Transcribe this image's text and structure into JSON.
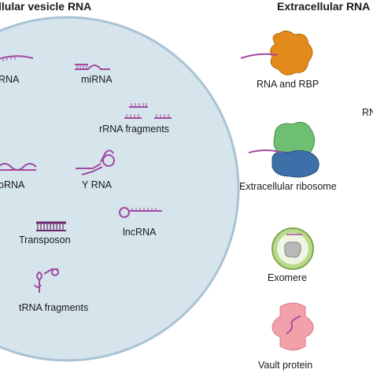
{
  "headings": {
    "vesicle": "llular vesicle RNA",
    "extracellular": "Extracellular RNA"
  },
  "vesicle_rna_types": [
    {
      "label": "RNA"
    },
    {
      "label": "miRNA"
    },
    {
      "label": "rRNA fragments"
    },
    {
      "label": "oRNA"
    },
    {
      "label": "Y RNA"
    },
    {
      "label": "Transposon"
    },
    {
      "label": "lncRNA"
    },
    {
      "label": "tRNA fragments"
    }
  ],
  "extracellular_carriers": [
    {
      "label": "RNA and RBP"
    },
    {
      "label": "Extracellular ribosome"
    },
    {
      "label": "Exomere"
    },
    {
      "label": "Vault protein"
    }
  ],
  "edge_text": "RN",
  "colors": {
    "vesicle_fill": "#d6e4ec",
    "vesicle_border": "#a9c3d4",
    "rna_strand": "#a04aa0",
    "rbp_orange": "#e38a1c",
    "ribosome_green": "#6fbf73",
    "ribosome_blue": "#3d6fa8",
    "exomere_green": "#b9d98b",
    "vault_pink": "#f2a1ab"
  }
}
